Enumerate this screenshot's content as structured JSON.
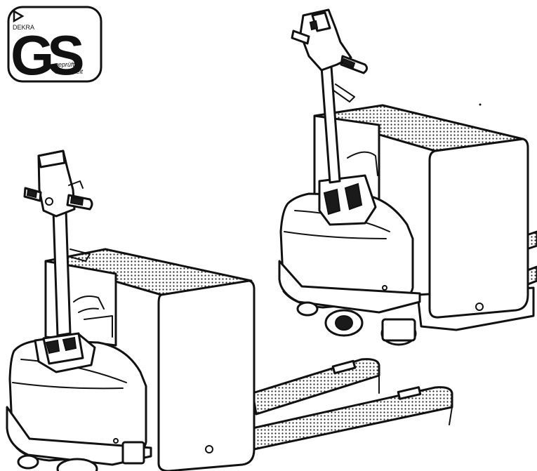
{
  "seal": {
    "org": "DEKRA",
    "mark": "GS",
    "line1": "geprüfte",
    "line2": "Sicherheit"
  }
}
